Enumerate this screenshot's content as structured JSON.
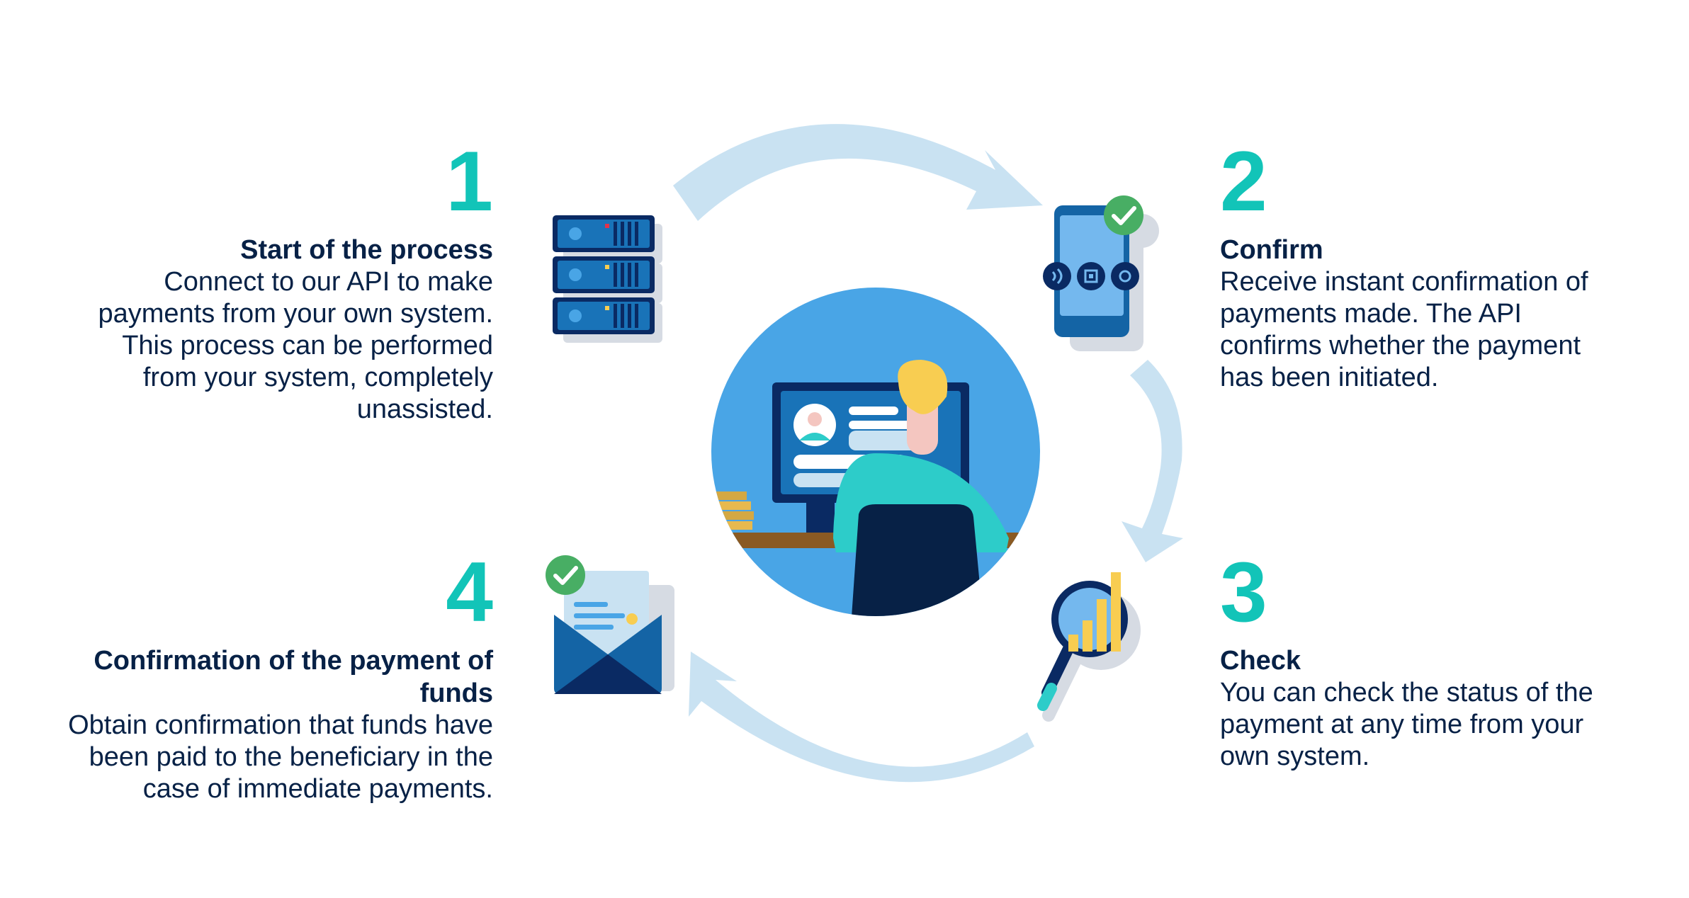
{
  "steps": [
    {
      "number": "1",
      "title": "Start of the process",
      "description": "Connect to our API to make payments from your own system. This process can be performed from your system, completely unassisted.",
      "icon": "server-icon"
    },
    {
      "number": "2",
      "title": "Confirm",
      "description": "Receive instant confirmation of payments made. The API confirms whether the payment has been initiated.",
      "icon": "smartphone-check-icon"
    },
    {
      "number": "3",
      "title": "Check",
      "description": "You can check the status of the payment at any time from your own system.",
      "icon": "magnifier-chart-icon"
    },
    {
      "number": "4",
      "title": "Confirmation of the payment of funds",
      "description": "Obtain confirmation that funds have been paid to the beneficiary in the case of immediate payments.",
      "icon": "envelope-document-check-icon"
    }
  ],
  "center_illustration": "person-at-computer-icon",
  "colors": {
    "number": "#12c4b8",
    "text": "#072146",
    "arrow": "#c9e2f2",
    "circle": "#49a5e6",
    "check": "#48ae64",
    "navy": "#0a2a63",
    "blue": "#1464a5"
  }
}
